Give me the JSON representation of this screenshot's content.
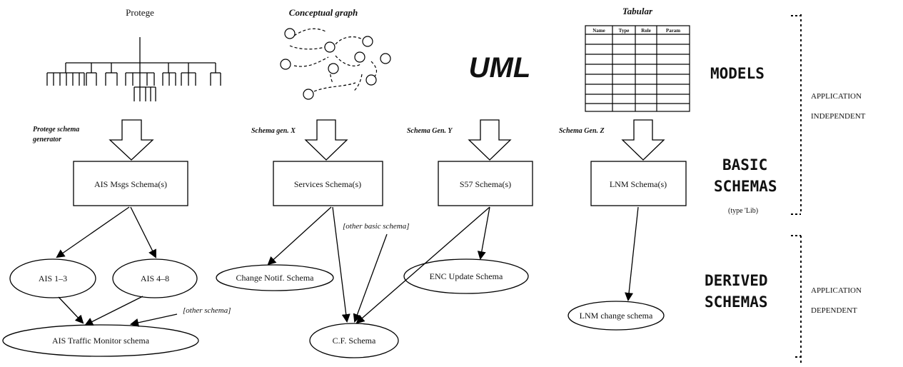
{
  "models": {
    "protege": {
      "title": "Protege",
      "generator": [
        "Protege schema",
        "generator"
      ]
    },
    "conceptual": {
      "title": "Conceptual graph",
      "generator": "Schema gen. X"
    },
    "uml": {
      "title": "UML",
      "generator": "Schema Gen. Y"
    },
    "tabular": {
      "title": "Tabular",
      "generator": "Schema Gen. Z",
      "columns": [
        "Name",
        "Type",
        "Role",
        "Param"
      ]
    }
  },
  "basic_schemas": {
    "ais": "AIS Msgs Schema(s)",
    "services": "Services Schema(s)",
    "s57": "S57 Schema(s)",
    "lnm": "LNM Schema(s)"
  },
  "derived_schemas": {
    "ais13": "AIS 1–3",
    "ais48": "AIS 4–8",
    "change_notif": "Change Notif. Schema",
    "enc_update": "ENC Update Schema",
    "ais_traffic": "AIS Traffic Monitor schema",
    "cf": "C.F. Schema",
    "lnm_change": "LNM change schema"
  },
  "annotations": {
    "other_basic": "[other basic schema]",
    "other_schema": "[other schema]"
  },
  "layers": {
    "models": "MODELS",
    "basic": [
      "BASIC",
      "SCHEMAS"
    ],
    "basic_sub": "(type 'Lib)",
    "derived": [
      "DERIVED",
      "SCHEMAS"
    ]
  },
  "scope": {
    "independent": [
      "APPLICATION",
      "INDEPENDENT"
    ],
    "dependent": [
      "APPLICATION",
      "DEPENDENT"
    ]
  }
}
